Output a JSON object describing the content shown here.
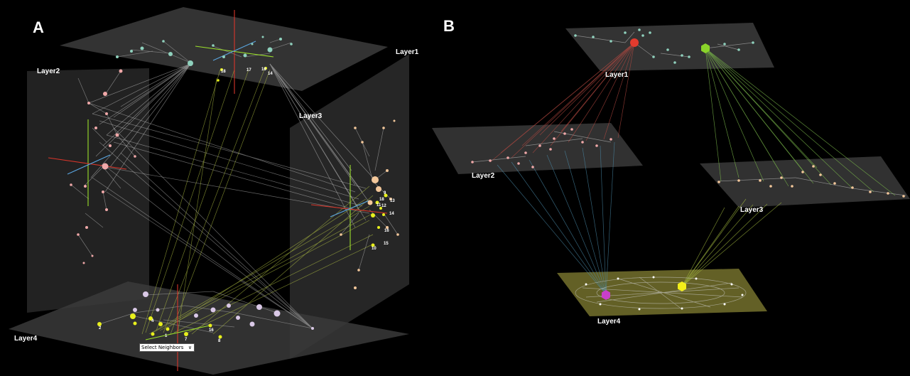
{
  "panelA": {
    "letter": "A",
    "layers": {
      "layer1": "Layer1",
      "layer2": "Layer2",
      "layer3": "Layer3",
      "layer4": "Layer4"
    },
    "select": {
      "label": "Select Neighbors"
    },
    "node_numbers": {
      "layer1": [
        "18",
        "17",
        "16",
        "14"
      ],
      "layer3": [
        "9",
        "13",
        "18",
        "11",
        "12",
        "14",
        "16",
        "15",
        "10"
      ],
      "layer4": [
        "4",
        "16",
        "7",
        "8",
        "1",
        "2"
      ]
    }
  },
  "panelB": {
    "letter": "B",
    "layers": {
      "layer1": "Layer1",
      "layer2": "Layer2",
      "layer3": "Layer3",
      "layer4": "Layer4"
    }
  },
  "colors": {
    "background": "#000000",
    "plane": "#3a3a3a",
    "layer4_plane_B": "#6e6a2a",
    "node_layer1": "#8fd1bd",
    "node_layer2": "#f0a8a8",
    "node_layer3": "#f3c79a",
    "node_layer4": "#d9c8e6",
    "highlight_yellow": "#e8f01c",
    "hub_red": "#e23b2e",
    "hub_green": "#8ad42a",
    "hub_magenta": "#c93fc9",
    "axis_red": "#d8352a",
    "axis_blue": "#5aa6e0",
    "axis_green": "#9be02b"
  }
}
